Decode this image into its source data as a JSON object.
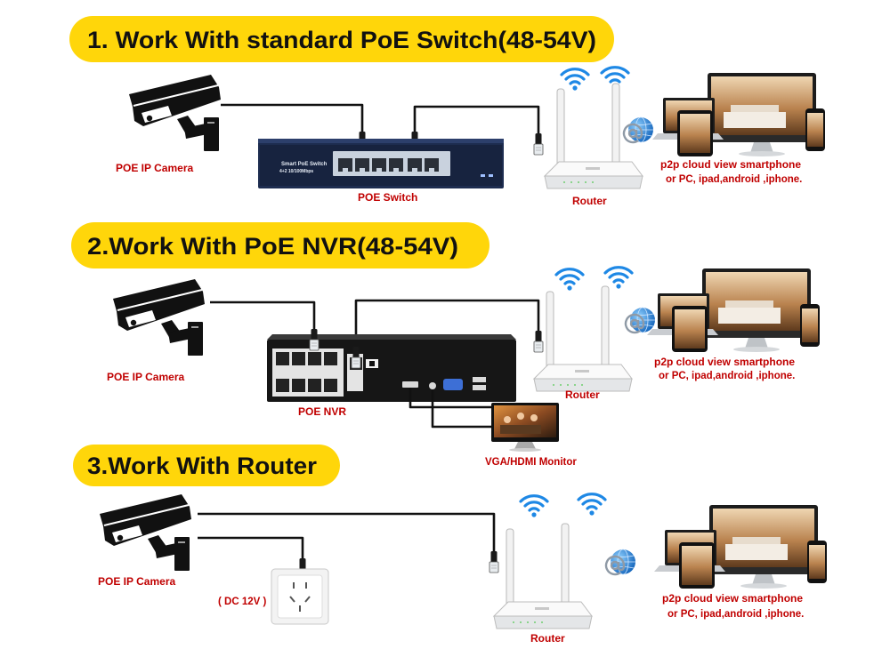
{
  "colors": {
    "banner": "#FFD60A",
    "label": "#C00000",
    "cable": "#111111",
    "wifi": "#1E88E5"
  },
  "icons": [
    "camera-icon",
    "rj45-connector-icon",
    "wifi-icon",
    "router-icon",
    "globe-email-icon",
    "devices-icon",
    "monitor-icon",
    "wall-socket-icon"
  ],
  "sections": [
    {
      "title": "1. Work With standard PoE Switch(48-54V)",
      "camera_label": "POE IP Camera",
      "hub_label": "POE Switch",
      "router_label": "Router",
      "view_line1": "p2p cloud view smartphone",
      "view_line2": "or PC, ipad,android ,iphone."
    },
    {
      "title": "2.Work With PoE NVR(48-54V)",
      "camera_label": "POE IP Camera",
      "hub_label": "POE NVR",
      "monitor_label": "VGA/HDMI Monitor",
      "router_label": "Router",
      "view_line1": "p2p cloud view smartphone",
      "view_line2": "or PC, ipad,android ,iphone."
    },
    {
      "title": "3.Work With Router",
      "camera_label": "POE IP Camera",
      "power_label": "( DC 12V )",
      "router_label": "Router",
      "view_line1": "p2p cloud view smartphone",
      "view_line2": "or PC, ipad,android ,iphone."
    }
  ],
  "switch_panel": {
    "model": "Smart PoE Switch",
    "spec": "4+2 10/100Mbps"
  }
}
